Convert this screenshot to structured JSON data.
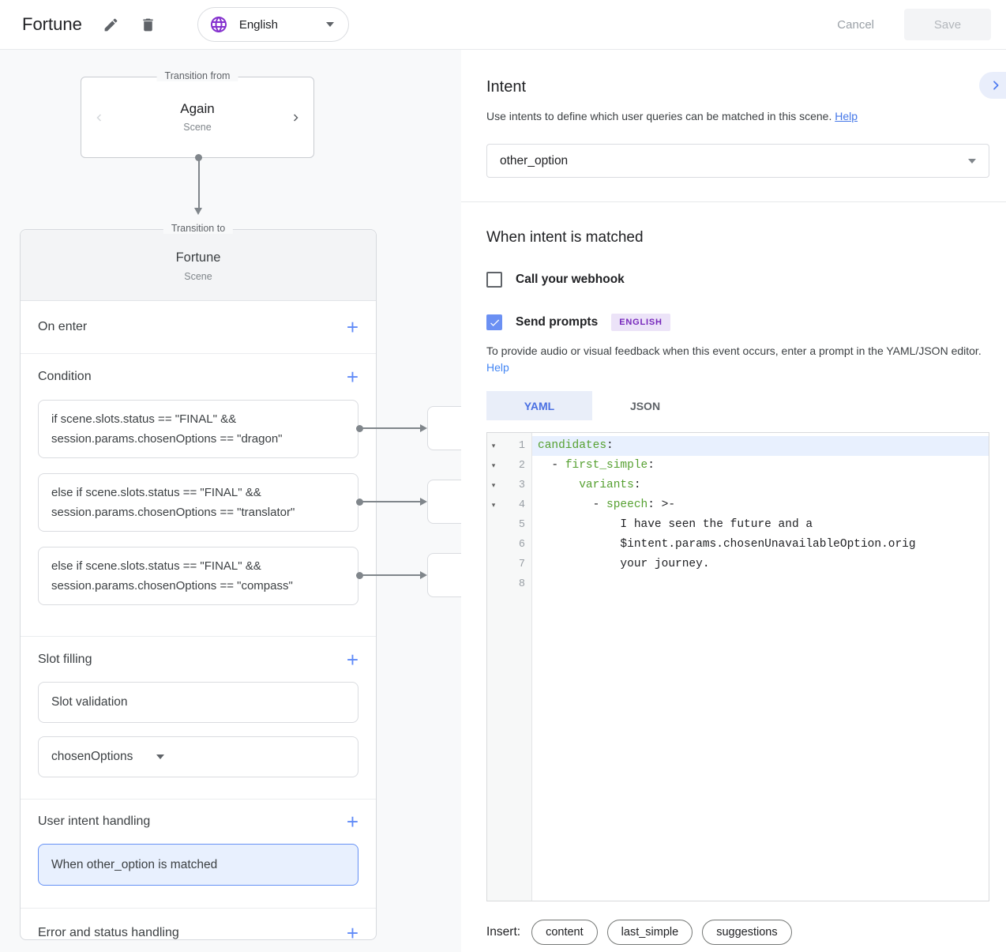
{
  "topbar": {
    "title": "Fortune",
    "language": "English",
    "cancel_label": "Cancel",
    "save_label": "Save"
  },
  "canvas": {
    "transition_from": {
      "legend": "Transition from",
      "name": "Again",
      "type": "Scene"
    },
    "transition_to": {
      "legend": "Transition to",
      "name": "Fortune",
      "type": "Scene"
    },
    "sections": {
      "on_enter": "On enter",
      "condition": "Condition",
      "slot_filling": "Slot filling",
      "user_intent_handling": "User intent handling",
      "error_handling": "Error and status handling"
    },
    "conditions": [
      {
        "line1": "if scene.slots.status == \"FINAL\" &&",
        "line2": "session.params.chosenOptions == \"dragon\""
      },
      {
        "line1": "else if scene.slots.status == \"FINAL\" &&",
        "line2": "session.params.chosenOptions == \"translator\""
      },
      {
        "line1": "else if scene.slots.status == \"FINAL\" &&",
        "line2": "session.params.chosenOptions == \"compass\""
      }
    ],
    "slot_validation_label": "Slot validation",
    "slot_name": "chosenOptions",
    "intent_handler": "When other_option is matched"
  },
  "panel": {
    "intent": {
      "title": "Intent",
      "description": "Use intents to define which user queries can be matched in this scene.",
      "help_label": "Help",
      "selected_intent": "other_option"
    },
    "matched": {
      "title": "When intent is matched",
      "webhook_label": "Call your webhook",
      "send_prompts_label": "Send prompts",
      "language_badge": "ENGLISH",
      "description": "To provide audio or visual feedback when this event occurs, enter a prompt in the YAML/JSON editor.",
      "help_label": "Help"
    },
    "editor": {
      "tabs": [
        {
          "label": "YAML",
          "active": true
        },
        {
          "label": "JSON",
          "active": false
        }
      ],
      "lines": [
        {
          "n": "1",
          "fold": true,
          "active": true,
          "parts": [
            {
              "c": "k",
              "t": "candidates"
            },
            {
              "c": "p",
              "t": ":"
            }
          ]
        },
        {
          "n": "2",
          "fold": true,
          "parts": [
            {
              "c": "p",
              "t": "  - "
            },
            {
              "c": "k",
              "t": "first_simple"
            },
            {
              "c": "p",
              "t": ":"
            }
          ]
        },
        {
          "n": "3",
          "fold": true,
          "parts": [
            {
              "c": "p",
              "t": "      "
            },
            {
              "c": "k",
              "t": "variants"
            },
            {
              "c": "p",
              "t": ":"
            }
          ]
        },
        {
          "n": "4",
          "fold": true,
          "parts": [
            {
              "c": "p",
              "t": "        - "
            },
            {
              "c": "k",
              "t": "speech"
            },
            {
              "c": "p",
              "t": ": >-"
            }
          ]
        },
        {
          "n": "5",
          "parts": [
            {
              "c": "p",
              "t": "            I have seen the future and a"
            }
          ]
        },
        {
          "n": "6",
          "parts": [
            {
              "c": "p",
              "t": "            $intent.params.chosenUnavailableOption.orig"
            }
          ]
        },
        {
          "n": "7",
          "parts": [
            {
              "c": "p",
              "t": "            your journey."
            }
          ]
        },
        {
          "n": "8",
          "parts": [
            {
              "c": "p",
              "t": ""
            }
          ]
        }
      ]
    },
    "insert": {
      "label": "Insert:",
      "buttons": [
        "content",
        "last_simple",
        "suggestions"
      ]
    }
  },
  "colors": {
    "accent_blue": "#5f8af8",
    "link_blue": "#4285f4",
    "checkbox_blue": "#6b90f3",
    "selected_card_bg": "#e8f0fe",
    "badge_purple_text": "#7627bb",
    "badge_purple_bg": "#ece3f8",
    "code_key_green": "#55a030",
    "globe_purple": "#8430ce"
  }
}
